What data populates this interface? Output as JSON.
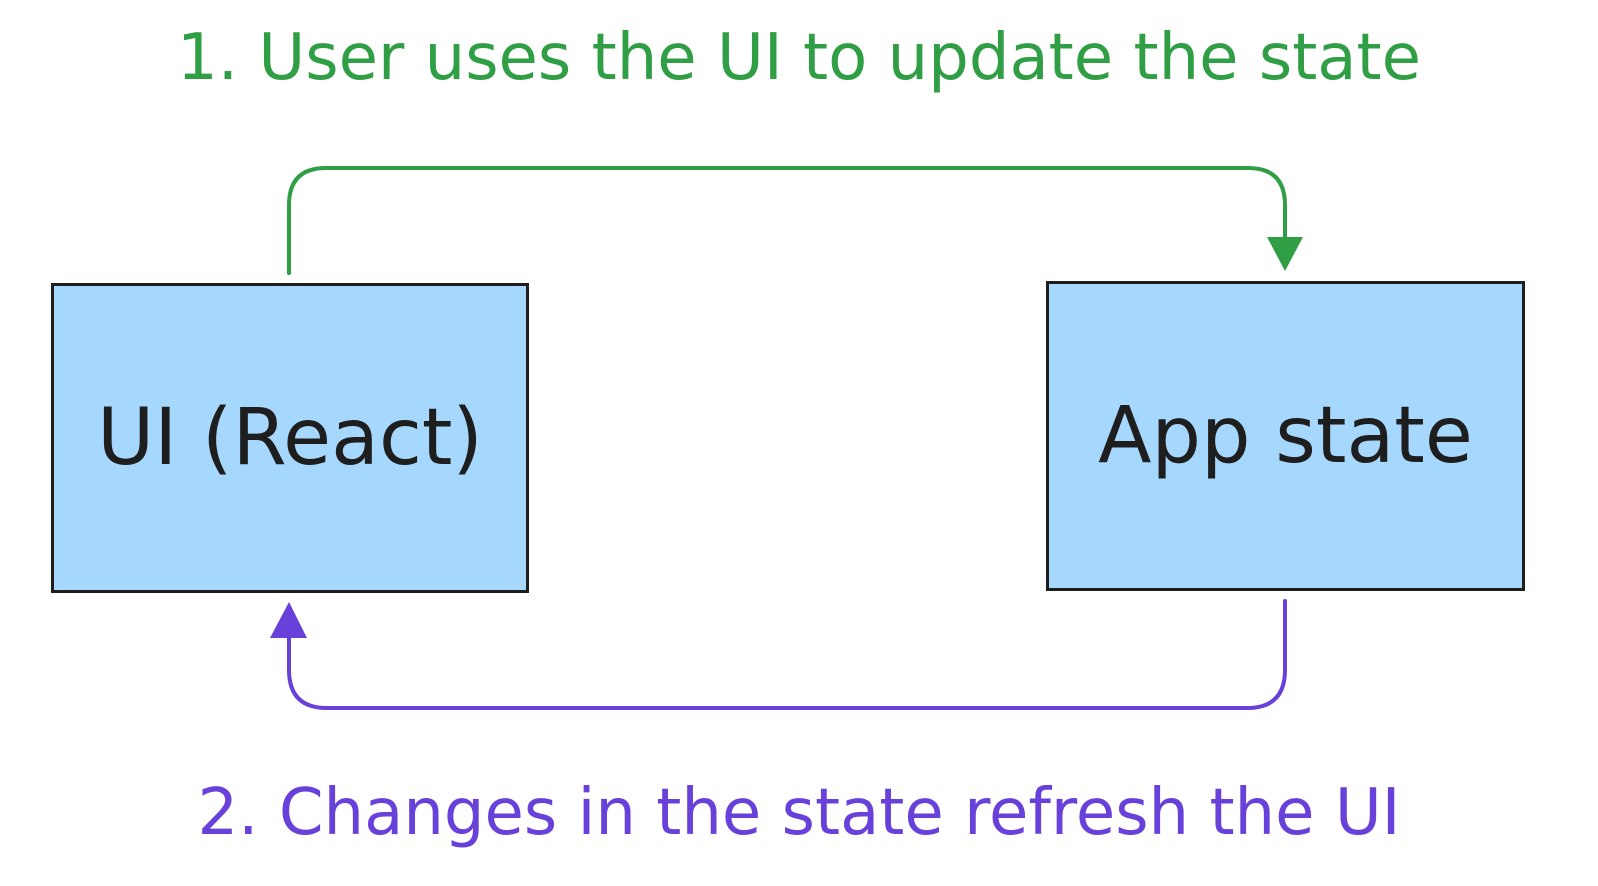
{
  "colors": {
    "update_arrow": "#2f9e44",
    "refresh_arrow": "#6741d9",
    "box_fill": "#a6d8fe",
    "box_border": "#1e1e1e"
  },
  "captions": {
    "top": "1. User uses the UI to update the state",
    "bottom": "2. Changes in the state refresh the UI"
  },
  "nodes": {
    "ui": {
      "label": "UI (React)"
    },
    "state": {
      "label": "App state"
    }
  }
}
